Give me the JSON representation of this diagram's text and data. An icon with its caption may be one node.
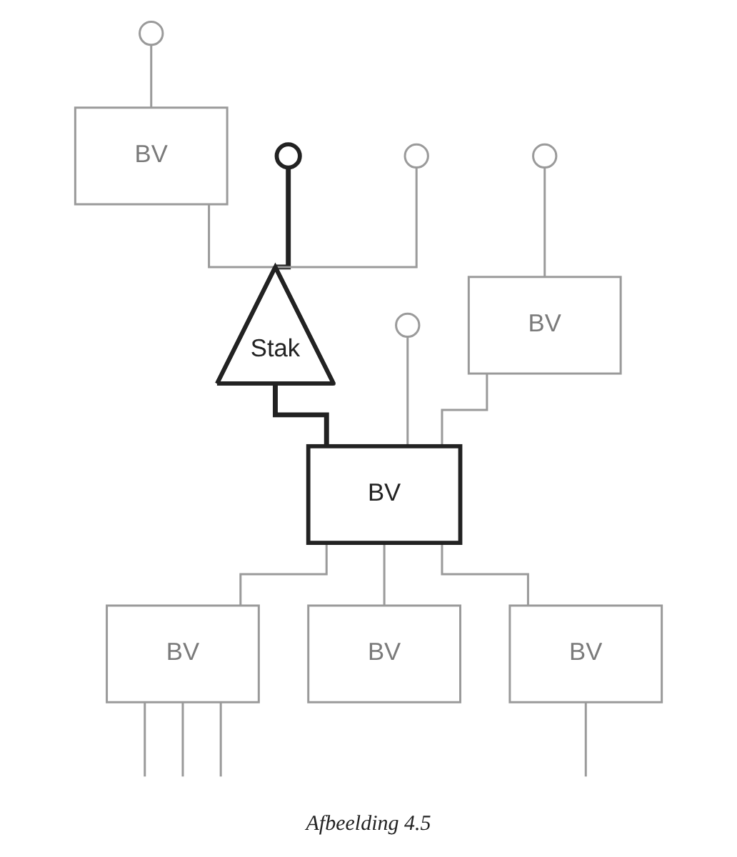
{
  "diagram": {
    "caption": "Afbeelding 4.5",
    "nodes": [
      {
        "text": [],
        "shape": "circle"
      },
      {
        "text": [
          "BV"
        ]
      },
      {
        "text": [],
        "shape": "circle"
      },
      {
        "text": [],
        "shape": "circle"
      },
      {
        "text": [],
        "shape": "circle"
      },
      {
        "text": [
          "Stak"
        ]
      },
      {
        "text": [
          "BV"
        ]
      },
      {
        "text": [],
        "shape": "circle"
      },
      {
        "text": [
          "BV"
        ]
      },
      {
        "text": [
          "BV"
        ]
      },
      {
        "text": [
          "BV"
        ]
      },
      {
        "text": [
          "BV"
        ]
      }
    ],
    "edges": [
      {
        "from": 0,
        "to": 1,
        "arrow": "none"
      },
      {
        "from": 1,
        "to": 5,
        "arrow": "none"
      },
      {
        "from": 2,
        "to": 5,
        "arrow": "none",
        "style": "thick",
        "color": "#222222"
      },
      {
        "from": 3,
        "to": 5,
        "arrow": "none"
      },
      {
        "from": 4,
        "to": 6,
        "arrow": "none"
      },
      {
        "from": 5,
        "to": 8,
        "arrow": "none",
        "style": "thick",
        "color": "#222222"
      },
      {
        "from": 7,
        "to": 8,
        "arrow": "none"
      },
      {
        "from": 6,
        "to": 8,
        "arrow": "none"
      },
      {
        "from": 8,
        "to": 9,
        "arrow": "none"
      },
      {
        "from": 8,
        "to": 10,
        "arrow": "none"
      },
      {
        "from": 8,
        "to": 11,
        "arrow": "none"
      },
      {
        "from": 9,
        "to": null,
        "arrow": "none"
      },
      {
        "from": 9,
        "to": null,
        "arrow": "none"
      },
      {
        "from": 9,
        "to": null,
        "arrow": "none"
      },
      {
        "from": 11,
        "to": null,
        "arrow": "none"
      }
    ]
  }
}
